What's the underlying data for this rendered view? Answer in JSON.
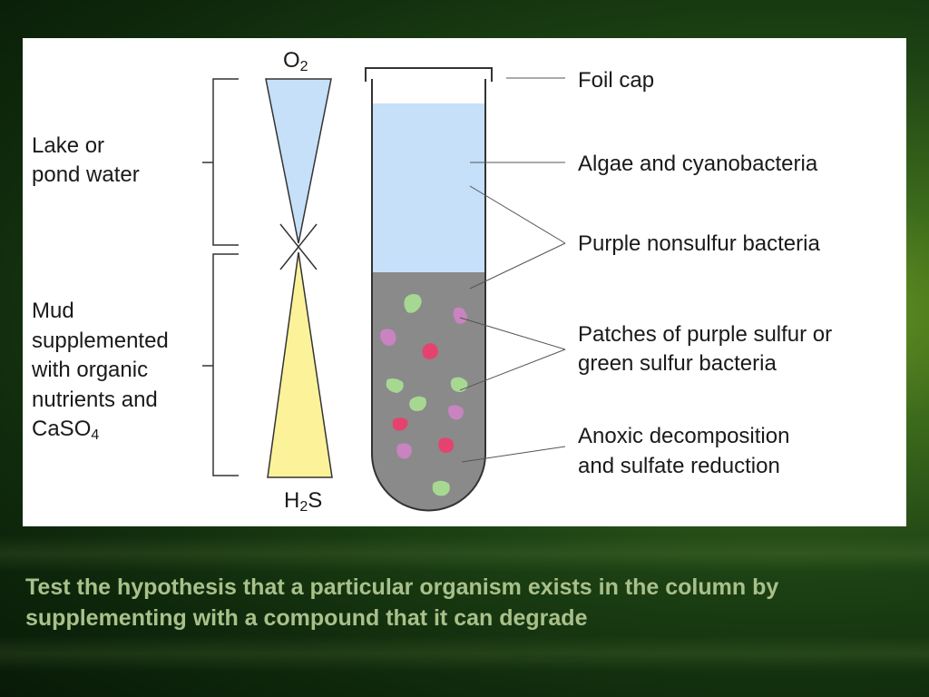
{
  "colors": {
    "water": "#c5e0f8",
    "mud": "#8a8a8a",
    "o2_gradient": "#c5e0f8",
    "h2s_gradient": "#fcf29a",
    "caption": "#a9c08a",
    "green_patch": "#a6d892",
    "purple_patch": "#c983c0",
    "pink_patch": "#e6426f"
  },
  "diagram": {
    "gas_top": {
      "main": "O",
      "sub": "2",
      "tail": ""
    },
    "gas_bottom": {
      "main": "H",
      "sub": "2",
      "tail": "S"
    },
    "left_labels": {
      "water": [
        "Lake or",
        "pond water"
      ],
      "mud": [
        "Mud",
        "supplemented",
        "with organic",
        "nutrients and"
      ],
      "mud_last": {
        "main": "CaSO",
        "sub": "4"
      }
    },
    "callouts": {
      "foil_cap": "Foil cap",
      "algae": "Algae and cyanobacteria",
      "purple_nonsulfur": "Purple nonsulfur bacteria",
      "patches": [
        "Patches of purple sulfur or",
        "green sulfur bacteria"
      ],
      "anoxic": [
        "Anoxic decomposition",
        "and sulfate reduction"
      ]
    }
  },
  "caption": "Test the hypothesis that a particular organism exists in the column by supplementing with a compound that it can degrade"
}
